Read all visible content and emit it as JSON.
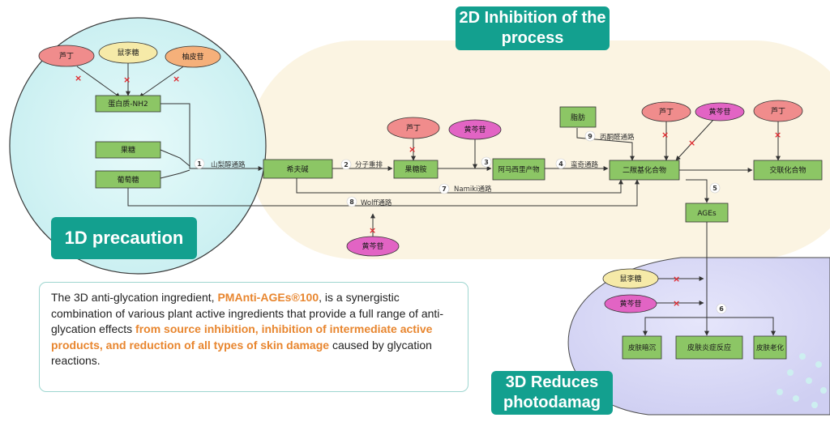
{
  "badges": {
    "d1": "1D precaution",
    "d2": "2D Inhibition of the process",
    "d3": "3D Reduces photodamag"
  },
  "description": {
    "p1": "The 3D anti-glycation ingredient, ",
    "h1": "PMAnti-AGEs®100",
    "p2": ", is a synergistic combination of various plant active ingredients that provide a full range of anti-glycation effects ",
    "h2": "from source inhibition, inhibition of intermediate active products, and reduction of all types of skin damage",
    "p3": " caused by glycation reactions."
  },
  "nodes": {
    "rutin_a": "芦丁",
    "rhamnose_a": "鼠李糖",
    "naringin": "柚皮苷",
    "protein": "蛋白质-NH2",
    "fructose": "果糖",
    "glucose": "葡萄糖",
    "schiff": "希夫碱",
    "rutin_b": "芦丁",
    "baicalin_a": "黄芩苷",
    "fructosamine_pre": "果糖胺",
    "amadori": "阿马西里产物",
    "fat": "脂肪",
    "rutin_c": "芦丁",
    "baicalin_b": "黄芩苷",
    "rutin_d": "芦丁",
    "dicarbonyl": "二羰基化合物",
    "crosslink": "交联化合物",
    "ages": "AGEs",
    "baicalin_c": "黄芩苷",
    "rhamnose_b": "鼠李糖",
    "baicalin_d": "黄芩苷",
    "dull": "皮肤暗沉",
    "inflam": "皮肤炎症反应",
    "aging": "皮肤老化"
  },
  "edges": {
    "n1": "1",
    "e1": "山梨醇通路",
    "n2": "2",
    "e2": "分子重排",
    "n3": "3",
    "n4": "4",
    "e4": "蛮奇通路",
    "n5": "5",
    "n6": "6",
    "n7": "7",
    "e7": "Namiki通路",
    "n8": "8",
    "e8": "Wolff通路",
    "n9": "9",
    "e9": "丙酮醛通路"
  },
  "colors": {
    "accent": "#13a08f",
    "node_green": "#8cc665",
    "inhibit": "#e0262c",
    "highlight": "#e8862f"
  }
}
